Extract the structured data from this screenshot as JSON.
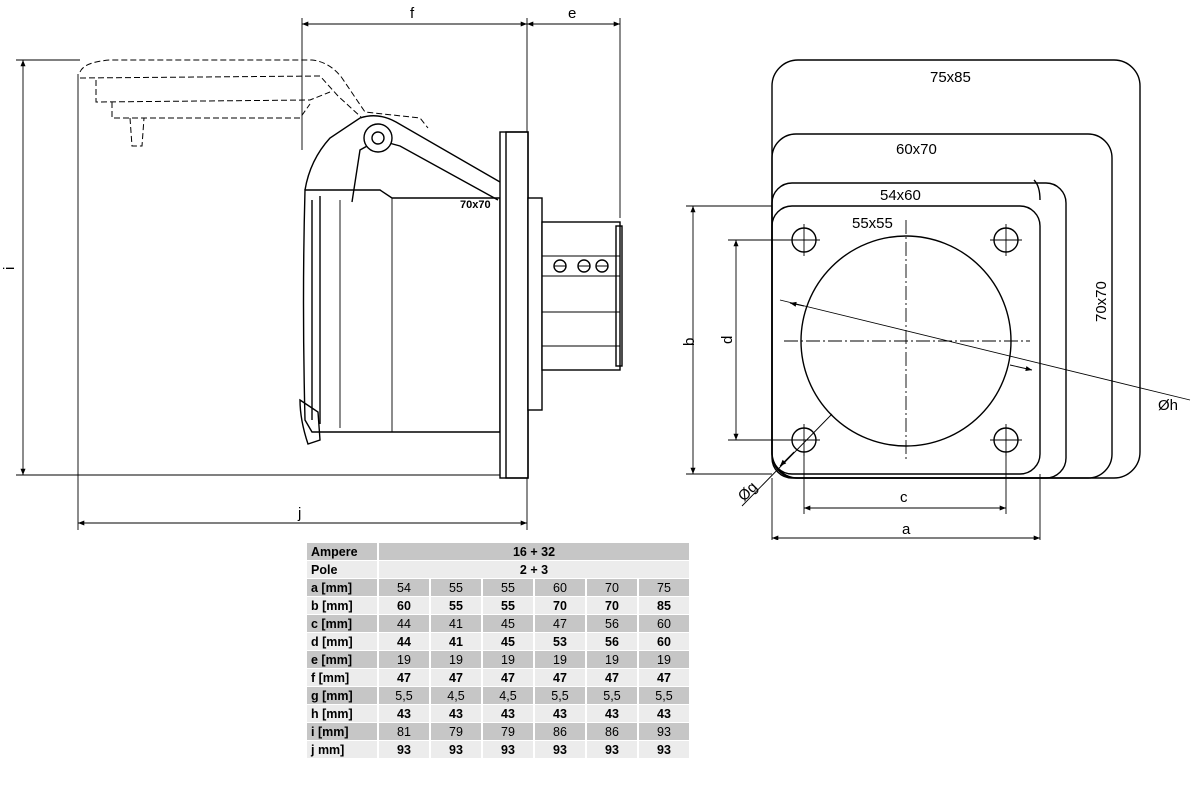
{
  "diagram": {
    "dim_labels": {
      "f": "f",
      "e": "e",
      "i": "i",
      "j": "j",
      "a": "a",
      "b": "b",
      "c": "c",
      "d": "d",
      "g": "Øg",
      "h": "Øh"
    },
    "flange_label": "70x70",
    "plate_labels": {
      "p75x85": "75x85",
      "p60x70": "60x70",
      "p54x60": "54x60",
      "p55x55": "55x55",
      "p70x70": "70x70"
    }
  },
  "table": {
    "ampere_label": "Ampere",
    "ampere_value": "16 + 32",
    "pole_label": "Pole",
    "pole_value": "2 + 3",
    "rows": [
      {
        "label": "a [mm]",
        "values": [
          "54",
          "55",
          "55",
          "60",
          "70",
          "75"
        ],
        "bold": false
      },
      {
        "label": "b [mm]",
        "values": [
          "60",
          "55",
          "55",
          "70",
          "70",
          "85"
        ],
        "bold": true
      },
      {
        "label": "c [mm]",
        "values": [
          "44",
          "41",
          "45",
          "47",
          "56",
          "60"
        ],
        "bold": false
      },
      {
        "label": "d [mm]",
        "values": [
          "44",
          "41",
          "45",
          "53",
          "56",
          "60"
        ],
        "bold": true
      },
      {
        "label": "e [mm]",
        "values": [
          "19",
          "19",
          "19",
          "19",
          "19",
          "19"
        ],
        "bold": false
      },
      {
        "label": "f [mm]",
        "values": [
          "47",
          "47",
          "47",
          "47",
          "47",
          "47"
        ],
        "bold": true
      },
      {
        "label": "g [mm]",
        "values": [
          "5,5",
          "4,5",
          "4,5",
          "5,5",
          "5,5",
          "5,5"
        ],
        "bold": false
      },
      {
        "label": "h [mm]",
        "values": [
          "43",
          "43",
          "43",
          "43",
          "43",
          "43"
        ],
        "bold": true
      },
      {
        "label": "i [mm]",
        "values": [
          "81",
          "79",
          "79",
          "86",
          "86",
          "93"
        ],
        "bold": false
      },
      {
        "label": "j mm]",
        "values": [
          "93",
          "93",
          "93",
          "93",
          "93",
          "93"
        ],
        "bold": true
      }
    ]
  }
}
